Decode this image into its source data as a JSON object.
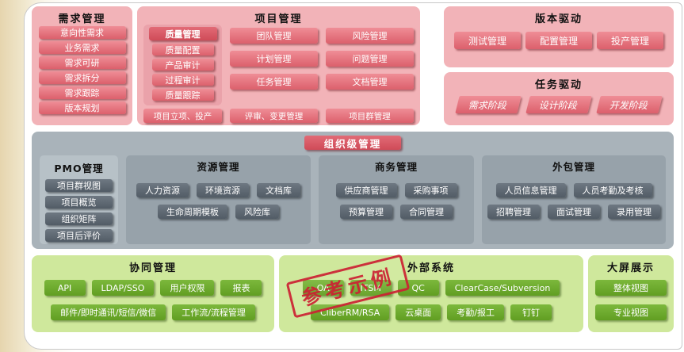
{
  "colors": {
    "pink_panel": "#f2b3b8",
    "pink_panel_inner": "#eaa2aa",
    "pink_button": "#e06b76",
    "red_button": "#d85460",
    "gray_panel": "#a9b3ba",
    "gray_box": "#97a2aa",
    "gray_box_light": "#b7c1c7",
    "dark_button": "#5d6770",
    "green_panel": "#cfe89c",
    "green_button": "#6da92c",
    "stamp_red": "#cc2233"
  },
  "requirements": {
    "title": "需求管理",
    "items": [
      "意向性需求",
      "业务需求",
      "需求可研",
      "需求拆分",
      "需求跟踪",
      "版本规划"
    ]
  },
  "project": {
    "title": "项目管理",
    "quality": {
      "title": "质量管理",
      "items": [
        "质量配置",
        "产品审计",
        "过程审计",
        "质量跟踪"
      ]
    },
    "col1": [
      "团队管理",
      "计划管理",
      "任务管理"
    ],
    "col2": [
      "风险管理",
      "问题管理",
      "文档管理"
    ],
    "bottom": [
      "项目立项、投产",
      "评审、变更管理",
      "项目群管理"
    ]
  },
  "version_driven": {
    "title": "版本驱动",
    "items": [
      "测试管理",
      "配置管理",
      "投产管理"
    ]
  },
  "task_driven": {
    "title": "任务驱动",
    "items": [
      "需求阶段",
      "设计阶段",
      "开发阶段"
    ]
  },
  "org": {
    "title": "组织级管理",
    "pmo": {
      "title": "PMO管理",
      "items": [
        "项目群视图",
        "项目概览",
        "组织矩阵",
        "项目后评价"
      ]
    },
    "resource": {
      "title": "资源管理",
      "row1": [
        "人力资源",
        "环境资源",
        "文档库"
      ],
      "row2": [
        "生命周期模板",
        "风险库"
      ]
    },
    "business": {
      "title": "商务管理",
      "row1": [
        "供应商管理",
        "采购事项"
      ],
      "row2": [
        "预算管理",
        "合同管理"
      ]
    },
    "outsourcing": {
      "title": "外包管理",
      "row1": [
        "人员信息管理",
        "人员考勤及考核"
      ],
      "row2": [
        "招聘管理",
        "面试管理",
        "录用管理"
      ]
    }
  },
  "collaboration": {
    "title": "协同管理",
    "row1": [
      "API",
      "LDAP/SSO",
      "用户权限",
      "报表"
    ],
    "row2": [
      "邮件/即时通讯/短信/微信",
      "工作流/流程管理"
    ]
  },
  "external": {
    "title": "外部系统",
    "row1": [
      "OA",
      "ITSM",
      "QC",
      "ClearCase/Subversion"
    ],
    "row2": [
      "CliberRM/RSA",
      "云桌面",
      "考勤/报工",
      "钉钉"
    ],
    "stamp": "参考示例"
  },
  "display": {
    "title": "大屏展示",
    "items": [
      "整体视图",
      "专业视图"
    ]
  }
}
